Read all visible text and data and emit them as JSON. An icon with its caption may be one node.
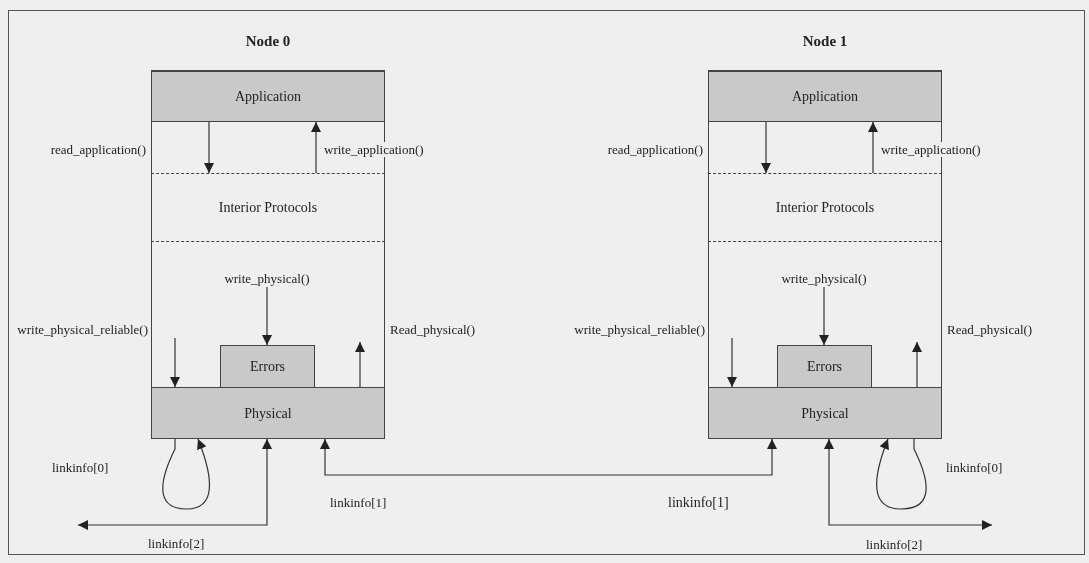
{
  "diagram": {
    "nodes": [
      {
        "text": [
          "Node 0"
        ]
      },
      {
        "text": [
          "Application"
        ],
        "in": 0
      },
      {
        "text": [
          "Interior Protocols"
        ],
        "in": 0
      },
      {
        "text": [
          "Errors"
        ],
        "in": 0
      },
      {
        "text": [
          "Physical"
        ],
        "in": 0
      },
      {
        "text": [
          "Node 1"
        ]
      },
      {
        "text": [
          "Application"
        ],
        "in": 5
      },
      {
        "text": [
          "Interior Protocols"
        ],
        "in": 5
      },
      {
        "text": [
          "Errors"
        ],
        "in": 5
      },
      {
        "text": [
          "Physical"
        ],
        "in": 5
      }
    ],
    "edges": [
      {
        "from": 1,
        "to": 2,
        "arrow": "to",
        "label": "read_application()"
      },
      {
        "from": 2,
        "to": 1,
        "arrow": "to",
        "label": "write_application()"
      },
      {
        "from": null,
        "to": 3,
        "arrow": "to",
        "label": "write_physical()"
      },
      {
        "from": null,
        "to": 4,
        "arrow": "to",
        "label": "write_physical_reliable()"
      },
      {
        "from": 4,
        "to": null,
        "arrow": "to",
        "label": "Read_physical()"
      },
      {
        "from": 4,
        "to": 4,
        "arrow": "to",
        "label": "linkinfo[0]"
      },
      {
        "from": 4,
        "to": 9,
        "arrow": "both",
        "label": "linkinfo[1]"
      },
      {
        "from": 4,
        "to": null,
        "arrow": "both",
        "label": "linkinfo[2]"
      },
      {
        "from": 6,
        "to": 7,
        "arrow": "to",
        "label": "read_application()"
      },
      {
        "from": 7,
        "to": 6,
        "arrow": "to",
        "label": "write_application()"
      },
      {
        "from": null,
        "to": 8,
        "arrow": "to",
        "label": "write_physical()"
      },
      {
        "from": null,
        "to": 9,
        "arrow": "to",
        "label": "write_physical_reliable()"
      },
      {
        "from": 9,
        "to": null,
        "arrow": "to",
        "label": "Read_physical()"
      },
      {
        "from": 9,
        "to": 9,
        "arrow": "to",
        "label": "linkinfo[0]"
      },
      {
        "from": 9,
        "to": null,
        "arrow": "both",
        "label": "linkinfo[2]"
      }
    ],
    "labels": [
      "linkinfo[1]"
    ]
  }
}
